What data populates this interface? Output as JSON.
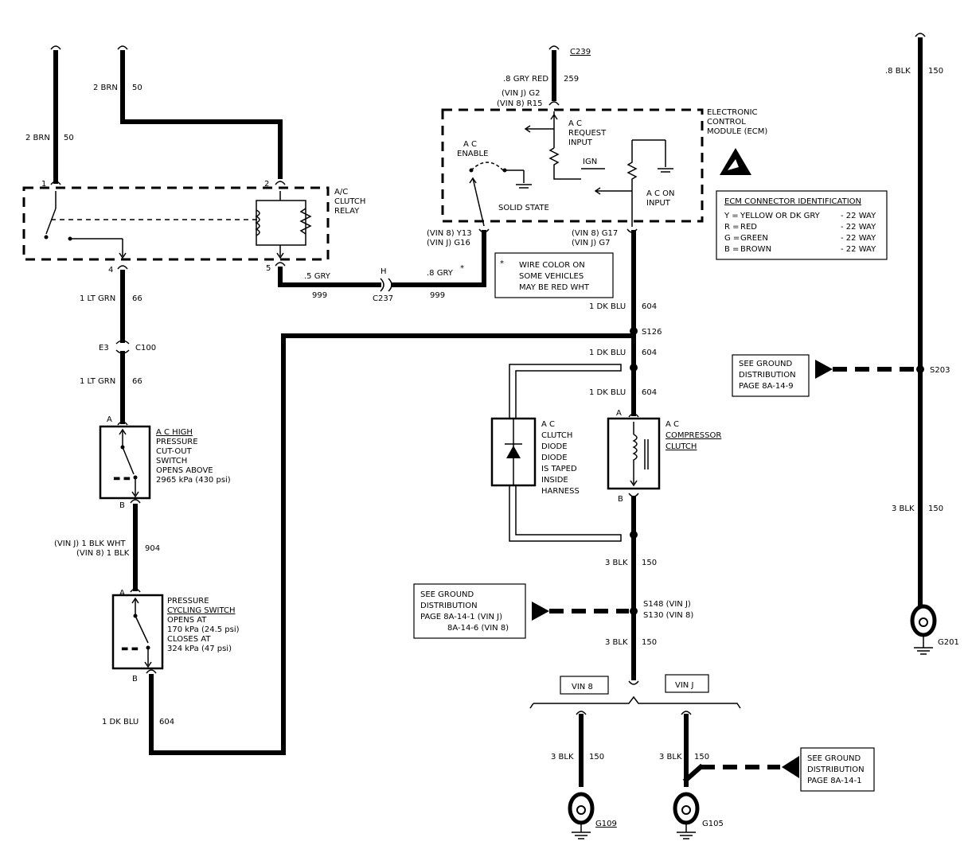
{
  "connectors": {
    "c239": "C239",
    "c100": "C100",
    "c237": "C237",
    "c237_pin": "H",
    "c100_pin": "E3"
  },
  "wires": {
    "w_2brn_50_left": "2 BRN",
    "w_2brn_50_left_num": "50",
    "w_2brn_50_top": "2 BRN",
    "w_2brn_50_top_num": "50",
    "w_8gryred": ".8 GRY RED",
    "w_8gryred_num": "259",
    "w_8blk_150": ".8 BLK",
    "w_8blk_150_num": "150",
    "w_1ltgrn_a": "1 LT GRN",
    "w_1ltgrn_a_num": "66",
    "w_1ltgrn_b": "1 LT GRN",
    "w_1ltgrn_b_num": "66",
    "w_5gry": ".5 GRY",
    "w_5gry_num": "999",
    "w_8gry": ".8 GRY",
    "w_8gry_num": "999",
    "w_1dkblu_a": "1 DK BLU",
    "w_1dkblu_a_num": "604",
    "w_1dkblu_b": "1 DK BLU",
    "w_1dkblu_b_num": "604",
    "w_1dkblu_c": "1 DK BLU",
    "w_1dkblu_c_num": "604",
    "w_1dkblu_d": "1 DK BLU",
    "w_1dkblu_d_num": "604",
    "w_904_vinj": "(VIN J) 1 BLK WHT",
    "w_904_vin8": "(VIN 8) 1 BLK",
    "w_904_num": "904",
    "w_3blk_a": "3 BLK",
    "w_3blk_a_num": "150",
    "w_3blk_b": "3 BLK",
    "w_3blk_b_num": "150",
    "w_3blk_c": "3 BLK",
    "w_3blk_c_num": "150",
    "w_3blk_g109": "3 BLK",
    "w_3blk_g109_num": "150",
    "w_3blk_g105": "3 BLK",
    "w_3blk_g105_num": "150"
  },
  "relay": {
    "title1": "A/C",
    "title2": "CLUTCH",
    "title3": "RELAY",
    "pin1": "1",
    "pin2": "2",
    "pin4": "4",
    "pin5": "5"
  },
  "ecm": {
    "title1": "ELECTRONIC",
    "title2": "CONTROL",
    "title3": "MODULE (ECM)",
    "ac_enable1": "A C",
    "ac_enable2": "ENABLE",
    "solid_state": "SOLID STATE",
    "request1": "A C",
    "request2": "REQUEST",
    "request3": "INPUT",
    "ign": "IGN",
    "on_input1": "A C ON",
    "on_input2": "INPUT",
    "pin_g2": "(VIN J) G2",
    "pin_r15": "(VIN 8)  R15",
    "pin_y13": "(VIN 8)  Y13",
    "pin_g16": "(VIN J)  G16",
    "pin_g17": "(VIN 8)  G17",
    "pin_g7": "(VIN J)  G7"
  },
  "ecm_id": {
    "title": "ECM CONNECTOR IDENTIFICATION",
    "rows": [
      {
        "code": "Y =",
        "color": "YELLOW OR DK GRY",
        "way": "- 22 WAY"
      },
      {
        "code": "R =",
        "color": "RED",
        "way": "- 22 WAY"
      },
      {
        "code": "G =",
        "color": "GREEN",
        "way": "- 22 WAY"
      },
      {
        "code": "B =",
        "color": "BROWN",
        "way": "- 22 WAY"
      }
    ]
  },
  "note": {
    "star": "*",
    "line1": "WIRE COLOR ON",
    "line2": "SOME VEHICLES",
    "line3": "MAY BE RED WHT"
  },
  "high_pressure": {
    "l1": "A C HIGH",
    "l2": "PRESSURE",
    "l3": "CUT-OUT",
    "l4": "SWITCH",
    "l5": "OPENS ABOVE",
    "l6": "2965 kPa (430 psi)",
    "pin_a": "A",
    "pin_b": "B"
  },
  "cycling": {
    "l1": "PRESSURE",
    "l2": "CYCLING SWITCH",
    "l3": "OPENS AT",
    "l4": "170 kPa (24.5 psi)",
    "l5": "CLOSES AT",
    "l6": "324 kPa (47 psi)",
    "pin_a": "A",
    "pin_b": "B"
  },
  "diode": {
    "l1": "A C",
    "l2": "CLUTCH",
    "l3": "DIODE",
    "l4": "DIODE",
    "l5": "IS TAPED",
    "l6": "INSIDE",
    "l7": "HARNESS"
  },
  "clutch": {
    "l1": "A C",
    "l2": "COMPRESSOR",
    "l3": "CLUTCH",
    "pin_a": "A",
    "pin_b": "B"
  },
  "splices": {
    "s126": "S126",
    "s203": "S203",
    "s148": "S148 (VIN J)",
    "s130": "S130 (VIN 8)"
  },
  "ground_refs": {
    "s203_l1": "SEE GROUND",
    "s203_l2": "DISTRIBUTION",
    "s203_l3": "PAGE 8A-14-9",
    "s148_l1": "SEE GROUND",
    "s148_l2": "DISTRIBUTION",
    "s148_l3": "PAGE 8A-14-1 (VIN J)",
    "s148_l4": "8A-14-6 (VIN 8)",
    "g105_l1": "SEE GROUND",
    "g105_l2": "DISTRIBUTION",
    "g105_l3": "PAGE 8A-14-1"
  },
  "grounds": {
    "g109": "G109",
    "g105": "G105",
    "g201": "G201",
    "vin8": "VIN 8",
    "vinj": "VIN J"
  }
}
